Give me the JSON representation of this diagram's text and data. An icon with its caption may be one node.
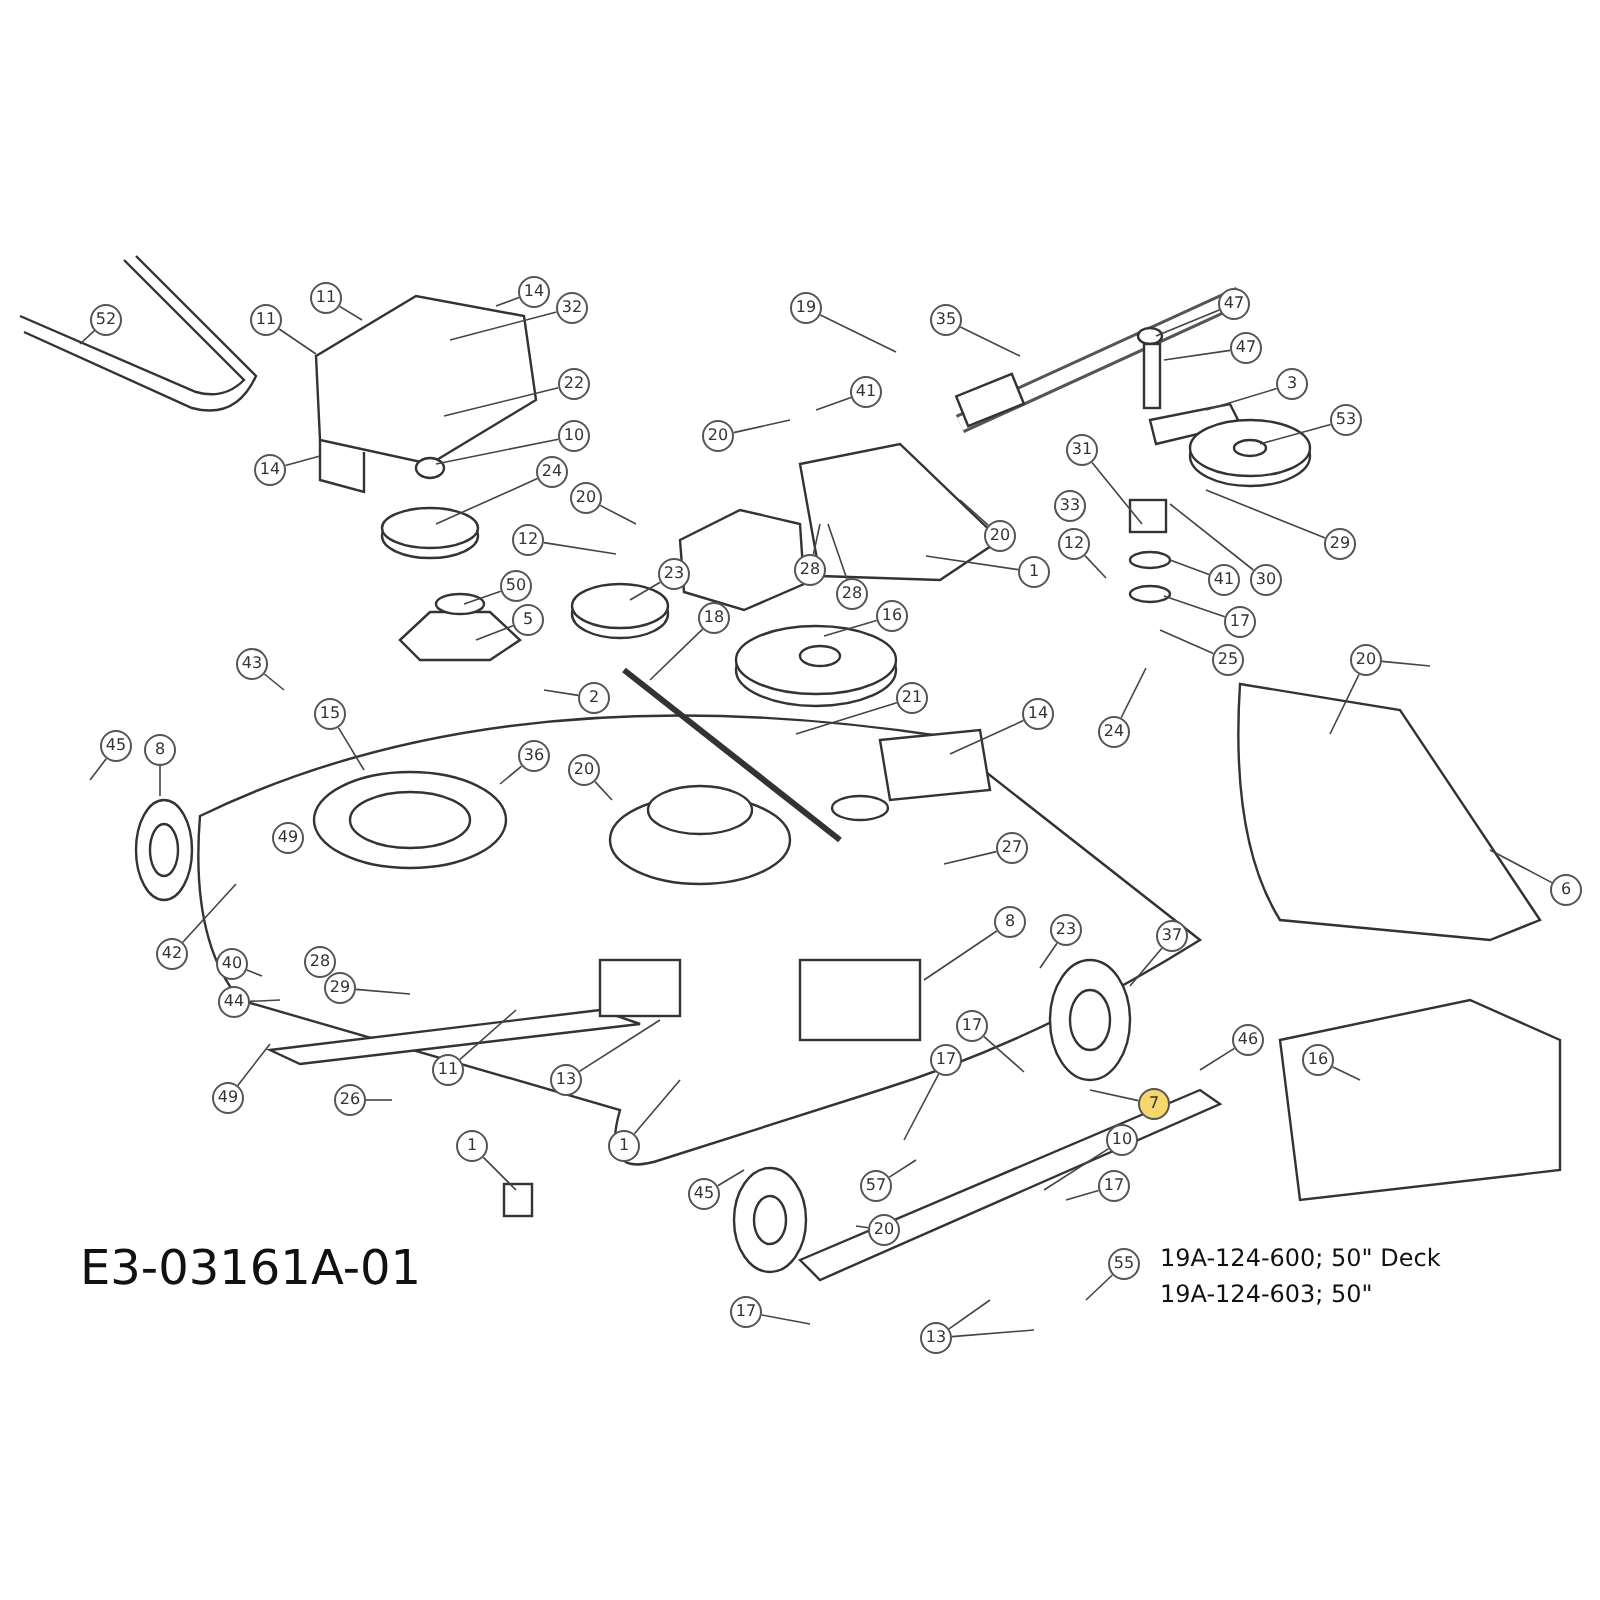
{
  "diagram": {
    "nodes": [
      {
        "text": [
          "52"
        ]
      },
      {
        "text": [
          "11"
        ]
      },
      {
        "text": [
          "11"
        ]
      },
      {
        "text": [
          "14"
        ]
      },
      {
        "text": [
          "32"
        ]
      },
      {
        "text": [
          "22"
        ]
      },
      {
        "text": [
          "10"
        ]
      },
      {
        "text": [
          "24"
        ]
      },
      {
        "text": [
          "14"
        ]
      },
      {
        "text": [
          "12"
        ]
      },
      {
        "text": [
          "50"
        ]
      },
      {
        "text": [
          "5"
        ]
      },
      {
        "text": [
          "43"
        ]
      },
      {
        "text": [
          "15"
        ]
      },
      {
        "text": [
          "36"
        ]
      },
      {
        "text": [
          "45"
        ]
      },
      {
        "text": [
          "8"
        ]
      },
      {
        "text": [
          "19"
        ]
      },
      {
        "text": [
          "35"
        ]
      },
      {
        "text": [
          "20"
        ]
      },
      {
        "text": [
          "41"
        ]
      },
      {
        "text": [
          "20"
        ]
      },
      {
        "text": [
          "20"
        ]
      },
      {
        "text": [
          "1"
        ]
      },
      {
        "text": [
          "28"
        ]
      },
      {
        "text": [
          "28"
        ]
      },
      {
        "text": [
          "23"
        ]
      },
      {
        "text": [
          "18"
        ]
      },
      {
        "text": [
          "16"
        ]
      },
      {
        "text": [
          "2"
        ]
      },
      {
        "text": [
          "21"
        ]
      },
      {
        "text": [
          "14"
        ]
      },
      {
        "text": [
          "20"
        ]
      },
      {
        "text": [
          "47"
        ]
      },
      {
        "text": [
          "47"
        ]
      },
      {
        "text": [
          "3"
        ]
      },
      {
        "text": [
          "53"
        ]
      },
      {
        "text": [
          "31"
        ]
      },
      {
        "text": [
          "33"
        ]
      },
      {
        "text": [
          "12"
        ]
      },
      {
        "text": [
          "29"
        ]
      },
      {
        "text": [
          "41"
        ]
      },
      {
        "text": [
          "30"
        ]
      },
      {
        "text": [
          "17"
        ]
      },
      {
        "text": [
          "25"
        ]
      },
      {
        "text": [
          "24"
        ]
      },
      {
        "text": [
          "20"
        ]
      },
      {
        "text": [
          "6"
        ]
      },
      {
        "text": [
          "23"
        ]
      },
      {
        "text": [
          "37"
        ]
      },
      {
        "text": [
          "46"
        ]
      },
      {
        "text": [
          "7"
        ]
      },
      {
        "text": [
          "10"
        ]
      },
      {
        "text": [
          "17"
        ]
      },
      {
        "text": [
          "55"
        ]
      },
      {
        "text": [
          "16"
        ]
      },
      {
        "text": [
          "27"
        ]
      },
      {
        "text": [
          "8"
        ]
      },
      {
        "text": [
          "13"
        ]
      },
      {
        "text": [
          "1"
        ]
      },
      {
        "text": [
          "17"
        ]
      },
      {
        "text": [
          "17"
        ]
      },
      {
        "text": [
          "45"
        ]
      },
      {
        "text": [
          "57"
        ]
      },
      {
        "text": [
          "20"
        ]
      },
      {
        "text": [
          "17"
        ]
      },
      {
        "text": [
          "13"
        ]
      },
      {
        "text": [
          "49"
        ]
      },
      {
        "text": [
          "42"
        ]
      },
      {
        "text": [
          "40"
        ]
      },
      {
        "text": [
          "28"
        ]
      },
      {
        "text": [
          "44"
        ]
      },
      {
        "text": [
          "29"
        ]
      },
      {
        "text": [
          "11"
        ]
      },
      {
        "text": [
          "49"
        ]
      },
      {
        "text": [
          "26"
        ]
      },
      {
        "text": [
          "1"
        ]
      }
    ],
    "edges": [
      {
        "from": 0,
        "to": null,
        "arrow": "none"
      },
      {
        "from": 1,
        "to": null,
        "arrow": "none"
      },
      {
        "from": 2,
        "to": null,
        "arrow": "none"
      },
      {
        "from": 3,
        "to": null,
        "arrow": "none"
      },
      {
        "from": 4,
        "to": null,
        "arrow": "none"
      },
      {
        "from": 5,
        "to": null,
        "arrow": "none"
      },
      {
        "from": 6,
        "to": null,
        "arrow": "none"
      },
      {
        "from": 7,
        "to": null,
        "arrow": "none"
      },
      {
        "from": 8,
        "to": null,
        "arrow": "none"
      },
      {
        "from": 9,
        "to": null,
        "arrow": "none"
      },
      {
        "from": 10,
        "to": null,
        "arrow": "none"
      },
      {
        "from": 11,
        "to": null,
        "arrow": "none"
      },
      {
        "from": 12,
        "to": null,
        "arrow": "none"
      },
      {
        "from": 13,
        "to": null,
        "arrow": "none"
      },
      {
        "from": 14,
        "to": null,
        "arrow": "none"
      },
      {
        "from": 15,
        "to": null,
        "arrow": "none"
      },
      {
        "from": 16,
        "to": null,
        "arrow": "none"
      },
      {
        "from": 17,
        "to": null,
        "arrow": "none"
      },
      {
        "from": 18,
        "to": null,
        "arrow": "none"
      },
      {
        "from": 19,
        "to": null,
        "arrow": "none"
      },
      {
        "from": 20,
        "to": null,
        "arrow": "none"
      },
      {
        "from": 21,
        "to": null,
        "arrow": "none"
      },
      {
        "from": 22,
        "to": null,
        "arrow": "none"
      },
      {
        "from": 23,
        "to": null,
        "arrow": "none"
      },
      {
        "from": 24,
        "to": null,
        "arrow": "none"
      },
      {
        "from": 25,
        "to": null,
        "arrow": "none"
      },
      {
        "from": 26,
        "to": null,
        "arrow": "none"
      },
      {
        "from": 27,
        "to": null,
        "arrow": "none"
      },
      {
        "from": 28,
        "to": null,
        "arrow": "none"
      },
      {
        "from": 29,
        "to": null,
        "arrow": "none"
      },
      {
        "from": 30,
        "to": null,
        "arrow": "none"
      },
      {
        "from": 31,
        "to": null,
        "arrow": "none"
      },
      {
        "from": 32,
        "to": null,
        "arrow": "none"
      },
      {
        "from": 33,
        "to": null,
        "arrow": "none"
      },
      {
        "from": 34,
        "to": null,
        "arrow": "none"
      },
      {
        "from": 35,
        "to": null,
        "arrow": "none"
      },
      {
        "from": 36,
        "to": null,
        "arrow": "none"
      },
      {
        "from": 37,
        "to": null,
        "arrow": "none"
      },
      {
        "from": 39,
        "to": null,
        "arrow": "none"
      },
      {
        "from": 40,
        "to": null,
        "arrow": "none"
      },
      {
        "from": 41,
        "to": null,
        "arrow": "none"
      },
      {
        "from": 42,
        "to": null,
        "arrow": "none"
      },
      {
        "from": 43,
        "to": null,
        "arrow": "none"
      },
      {
        "from": 44,
        "to": null,
        "arrow": "none"
      },
      {
        "from": 45,
        "to": null,
        "arrow": "none"
      },
      {
        "from": 46,
        "to": null,
        "arrow": "none"
      },
      {
        "from": 46,
        "to": null,
        "arrow": "none"
      },
      {
        "from": 47,
        "to": null,
        "arrow": "none"
      },
      {
        "from": 48,
        "to": null,
        "arrow": "none"
      },
      {
        "from": 49,
        "to": null,
        "arrow": "none"
      },
      {
        "from": 50,
        "to": null,
        "arrow": "none"
      },
      {
        "from": 51,
        "to": null,
        "arrow": "none"
      },
      {
        "from": 52,
        "to": null,
        "arrow": "none"
      },
      {
        "from": 53,
        "to": null,
        "arrow": "none"
      },
      {
        "from": 54,
        "to": null,
        "arrow": "none"
      },
      {
        "from": 55,
        "to": null,
        "arrow": "none"
      },
      {
        "from": 56,
        "to": null,
        "arrow": "none"
      },
      {
        "from": 57,
        "to": null,
        "arrow": "none"
      },
      {
        "from": 58,
        "to": null,
        "arrow": "none"
      },
      {
        "from": 59,
        "to": null,
        "arrow": "none"
      },
      {
        "from": 60,
        "to": null,
        "arrow": "none"
      },
      {
        "from": 61,
        "to": null,
        "arrow": "none"
      },
      {
        "from": 62,
        "to": null,
        "arrow": "none"
      },
      {
        "from": 63,
        "to": null,
        "arrow": "none"
      },
      {
        "from": 64,
        "to": null,
        "arrow": "none"
      },
      {
        "from": 65,
        "to": null,
        "arrow": "none"
      },
      {
        "from": 66,
        "to": null,
        "arrow": "none"
      },
      {
        "from": 66,
        "to": null,
        "arrow": "none"
      },
      {
        "from": 68,
        "to": null,
        "arrow": "none"
      },
      {
        "from": 69,
        "to": null,
        "arrow": "none"
      },
      {
        "from": 71,
        "to": null,
        "arrow": "none"
      },
      {
        "from": 72,
        "to": null,
        "arrow": "none"
      },
      {
        "from": 73,
        "to": null,
        "arrow": "none"
      },
      {
        "from": 74,
        "to": null,
        "arrow": "none"
      },
      {
        "from": 75,
        "to": null,
        "arrow": "none"
      },
      {
        "from": 76,
        "to": null,
        "arrow": "none"
      }
    ],
    "labels": [
      "E3-03161A-01",
      "19A-124-600; 50\" Deck",
      "19A-124-603; 50\""
    ]
  }
}
